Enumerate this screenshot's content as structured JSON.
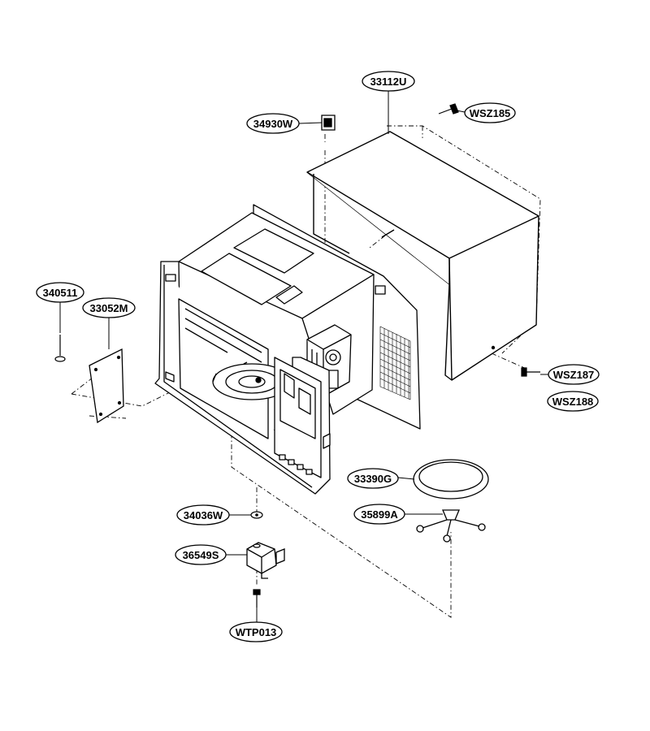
{
  "labels": {
    "p33112U": "33112U",
    "pWSZ185": "WSZ185",
    "p34930W": "34930W",
    "p340511": "340511",
    "p33052M": "33052M",
    "pWSZ187": "WSZ187",
    "pWSZ188": "WSZ188",
    "p33390G": "33390G",
    "p35899A": "35899A",
    "p34036W": "34036W",
    "p36549S": "36549S",
    "pWTP013": "WTP013"
  },
  "colors": {
    "line": "#000000",
    "background": "#ffffff"
  }
}
